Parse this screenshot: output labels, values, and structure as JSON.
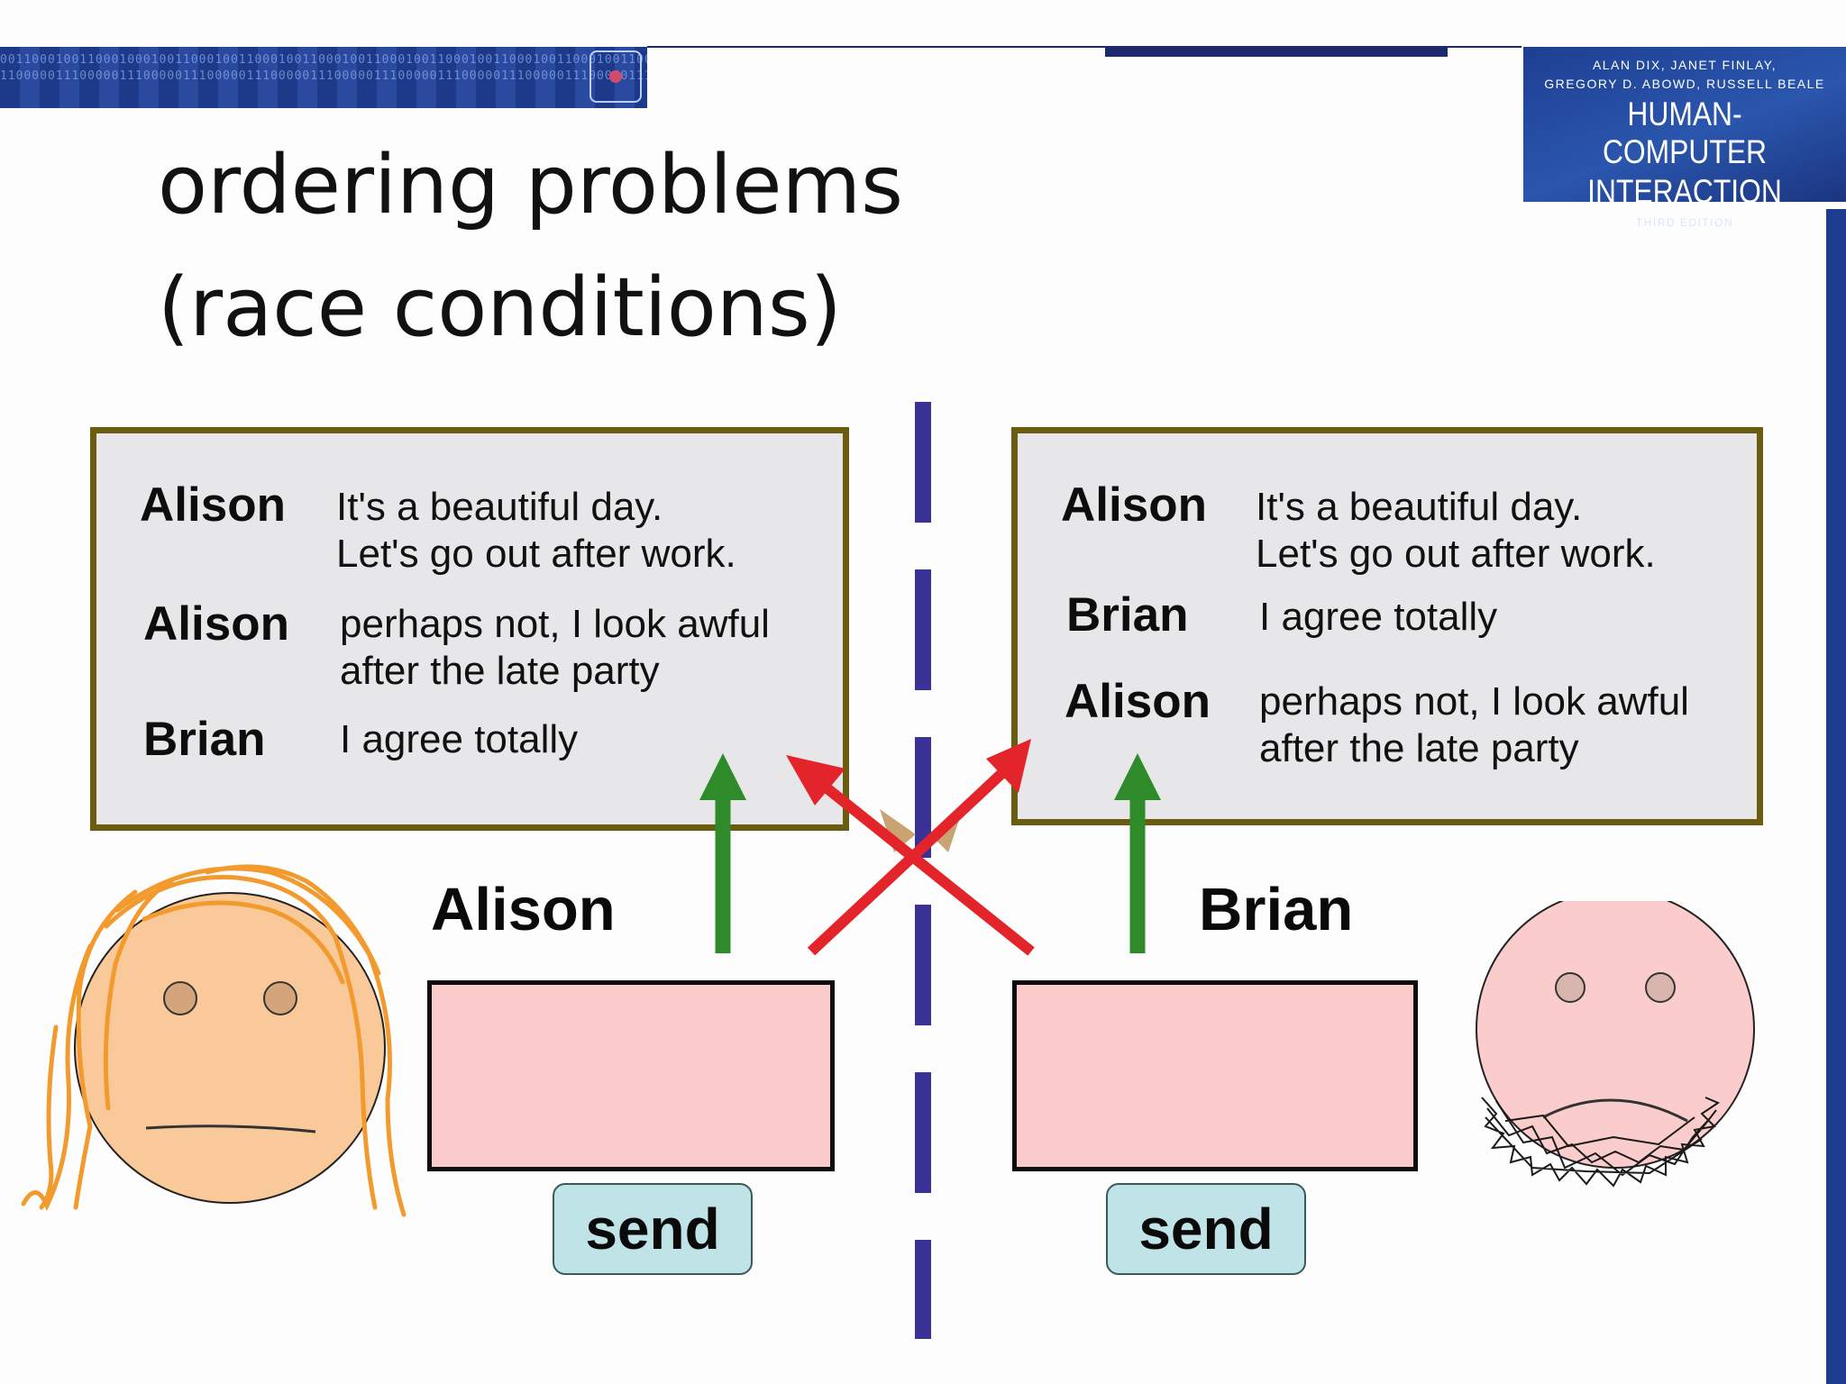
{
  "header": {
    "banner_bits": "0011000100110001000100110001001100010011000100110001001100010011000100110001001100010011000100110001\n1100000111000001110000011100000111000001110000011100000111000001110000011100000111000001110000011100",
    "book_authors_line1": "ALAN DIX, JANET FINLAY,",
    "book_authors_line2": "GREGORY D. ABOWD, RUSSELL BEALE",
    "book_title_line1": "HUMAN-COMPUTER",
    "book_title_line2": "INTERACTION",
    "book_edition": "THIRD EDITION"
  },
  "title": {
    "line1": "ordering problems",
    "line2": "(race conditions)"
  },
  "left_window": {
    "messages": [
      {
        "sender": "Alison",
        "text": "It's a beautiful day.\nLet's go out after work."
      },
      {
        "sender": "Alison",
        "text": "perhaps not, I look awful\nafter the late party"
      },
      {
        "sender": "Brian",
        "text": "I agree totally"
      }
    ],
    "user_name": "Alison",
    "send_label": "send"
  },
  "right_window": {
    "messages": [
      {
        "sender": "Alison",
        "text": "It's a beautiful day.\nLet's go out after work."
      },
      {
        "sender": "Brian",
        "text": "I agree totally"
      },
      {
        "sender": "Alison",
        "text": "perhaps not, I look awful\nafter the late party"
      }
    ],
    "user_name": "Brian",
    "send_label": "send"
  },
  "colors": {
    "local_arrow": "#2f8a2a",
    "cross_arrow": "#e3242b",
    "divider": "#3a3296",
    "chat_border": "#6a5c10",
    "input_fill": "#fbcbcb",
    "button_fill": "#bfe3e6",
    "alison_face": "#f9c99a",
    "alison_hair": "#f29a2e",
    "brian_face": "#fbcccc"
  }
}
